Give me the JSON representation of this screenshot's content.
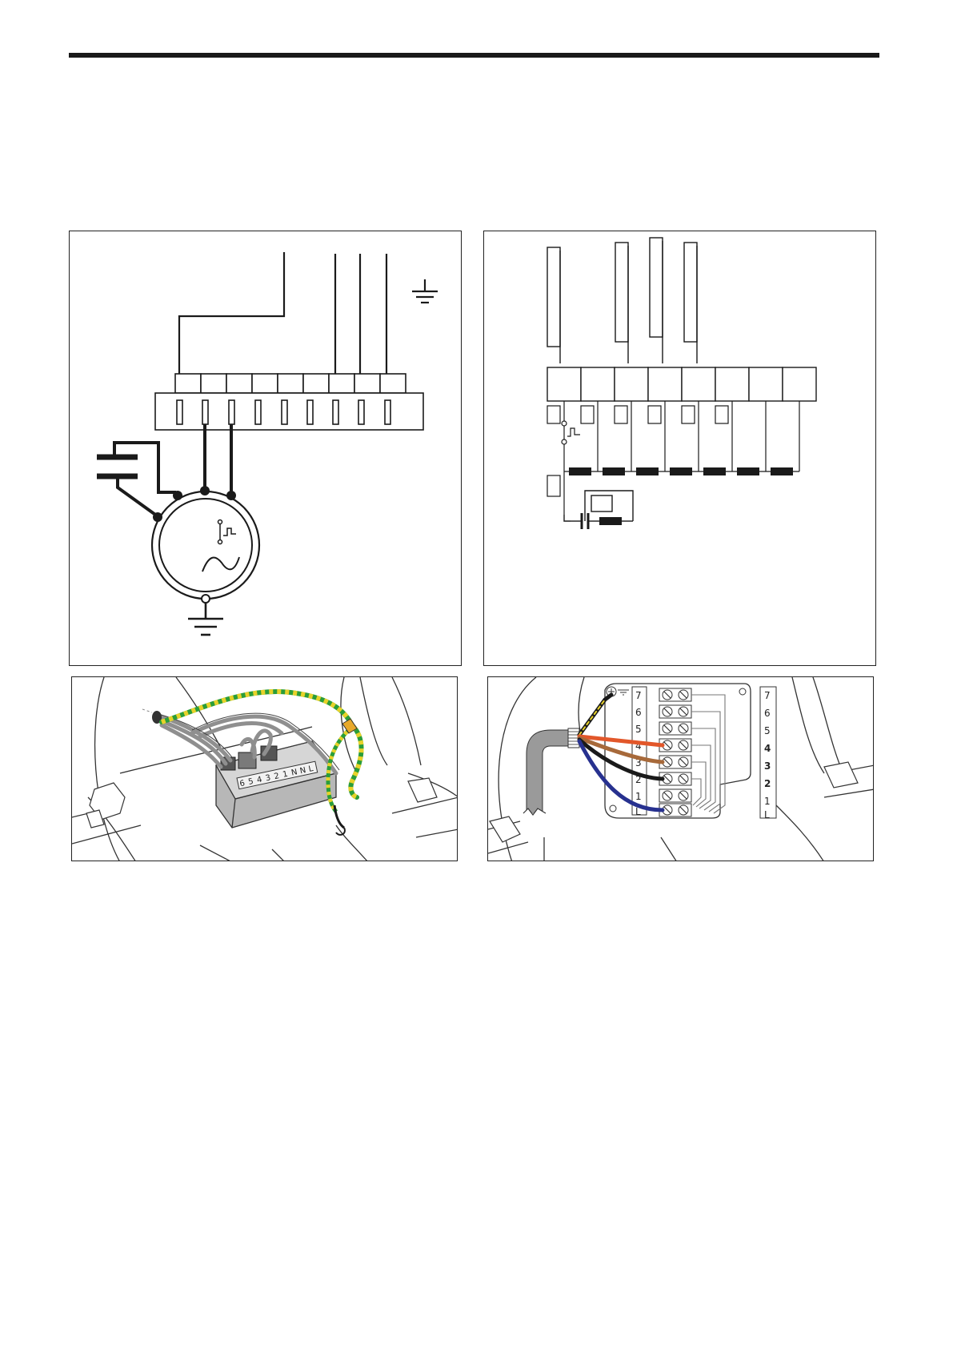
{
  "colors": {
    "ink": "#1a1a1a",
    "earth_green": "#2a9d3a",
    "earth_yellow": "#e8d22a",
    "wire_orange": "#e2572a",
    "wire_brown": "#a7693a",
    "wire_black": "#1a1a1a",
    "wire_blue": "#27318f",
    "wire_grey": "#9a9a9a"
  },
  "photo_left": {
    "connector_labels": [
      "6",
      "5",
      "4",
      "3",
      "2",
      "1",
      "N",
      "N",
      "L"
    ]
  },
  "photo_right": {
    "terminal_labels_left": [
      "7",
      "6",
      "5",
      "4",
      "3",
      "2",
      "1",
      "L"
    ],
    "terminal_labels_right": [
      "7",
      "6",
      "5",
      "4",
      "3",
      "2",
      "1",
      "L"
    ],
    "bold_right_labels": [
      "4",
      "3",
      "2"
    ]
  }
}
